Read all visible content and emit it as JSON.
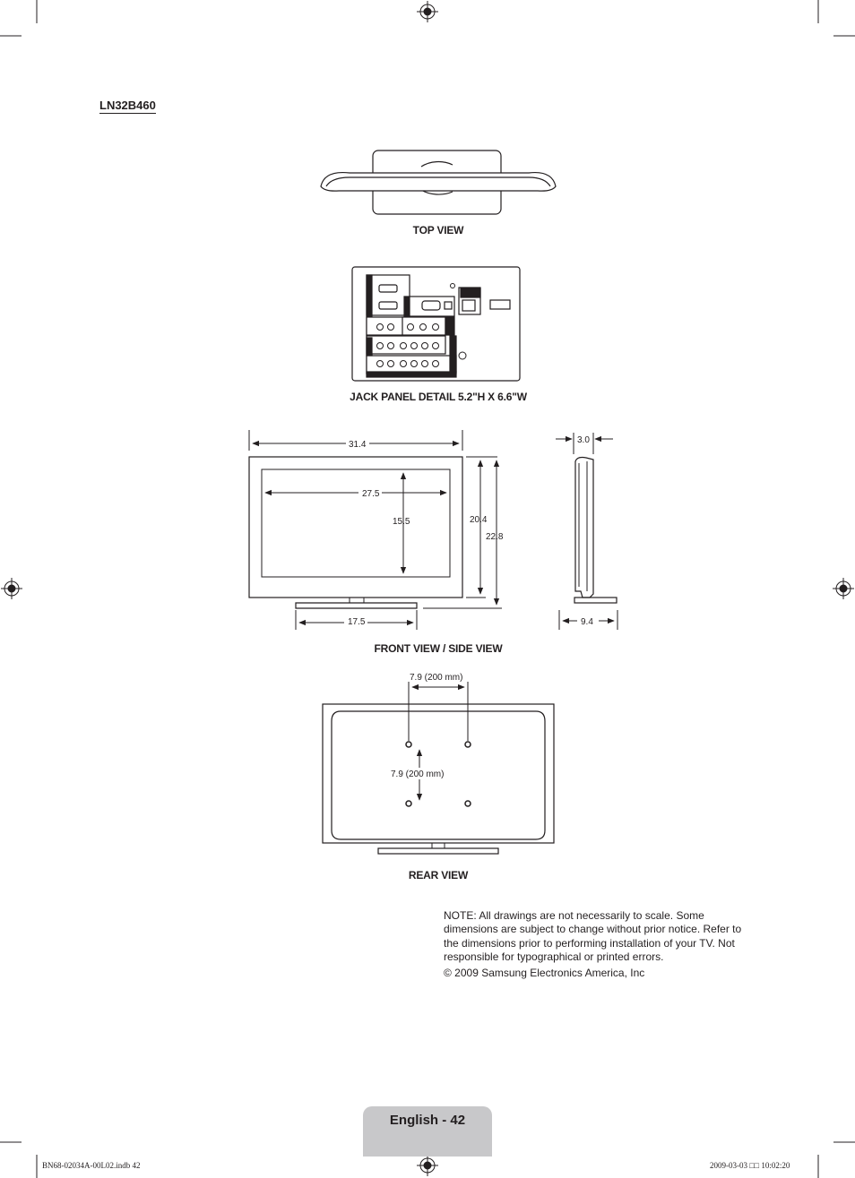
{
  "model": "LN32B460",
  "views": {
    "top": "TOP VIEW",
    "jack": "JACK PANEL DETAIL 5.2\"H X 6.6\"W",
    "front_side": "FRONT VIEW / SIDE VIEW",
    "rear": "REAR VIEW"
  },
  "dimensions": {
    "overall_width": "31.4",
    "screen_width": "27.5",
    "screen_height": "15.5",
    "body_height": "20.4",
    "overall_height": "22.8",
    "stand_width": "17.5",
    "depth_top": "3.0",
    "stand_depth": "9.4",
    "vesa_h": "7.9 (200 mm)",
    "vesa_v": "7.9 (200 mm)"
  },
  "note": {
    "text": "NOTE: All drawings are not necessarily to scale. Some dimensions are subject to change without prior notice. Refer to the dimensions prior to performing installation of your TV. Not responsible for typographical or printed errors.",
    "copyright": "© 2009 Samsung Electronics America, Inc"
  },
  "footer": {
    "page_label": "English - 42",
    "file_info": "BN68-02034A-00L02.indb   42",
    "date_info": "2009-03-03   □□ 10:02:20"
  }
}
